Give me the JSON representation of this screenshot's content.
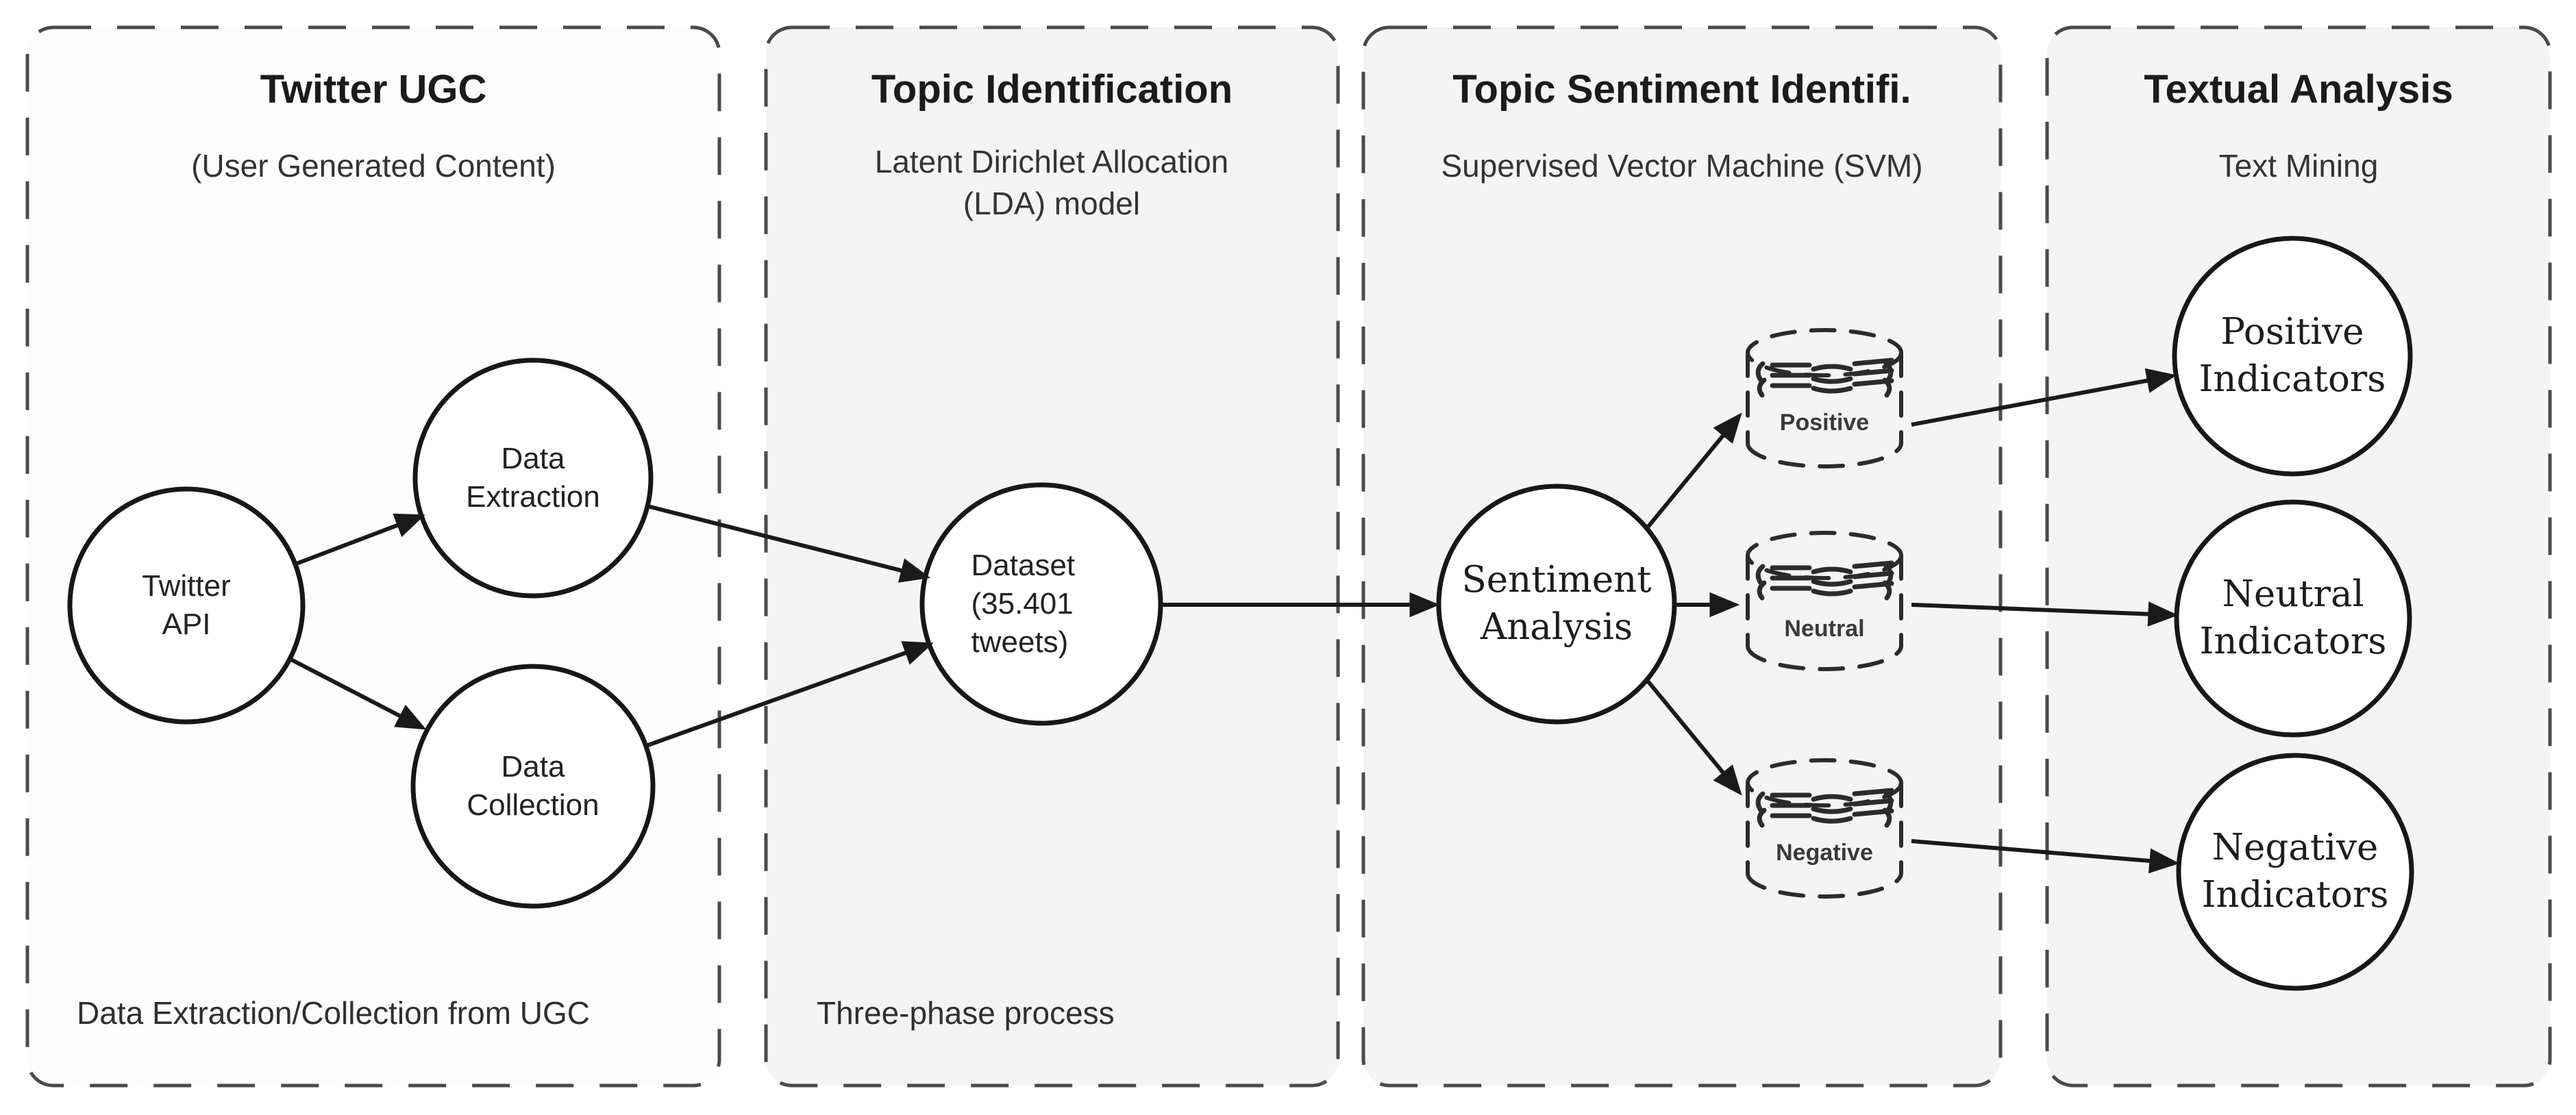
{
  "panels": [
    {
      "title": "Twitter UGC",
      "subtitle": "(User Generated Content)",
      "footer": "Data Extraction/Collection from UGC"
    },
    {
      "title": "Topic Identification",
      "subtitle": "Latent Dirichlet Allocation (LDA) model",
      "footer": "Three-phase process"
    },
    {
      "title": "Topic Sentiment Identifi.",
      "subtitle": "Supervised Vector Machine (SVM)"
    },
    {
      "title": "Textual Analysis",
      "subtitle": "Text Mining"
    }
  ],
  "nodes": {
    "twitter_api": "Twitter API",
    "data_extraction": "Data Extraction",
    "data_collection": "Data Collection",
    "dataset": "Dataset (35.401 tweets)",
    "sentiment_analysis": "Sentiment Analysis",
    "positive_indicators": "Positive Indicators",
    "neutral_indicators": "Neutral Indicators",
    "negative_indicators": "Negative Indicators"
  },
  "stores": {
    "positive": "Positive",
    "neutral": "Neutral",
    "negative": "Negative"
  },
  "colors": {
    "ink": "#1a1a1a",
    "panel_border": "#4a4a4a",
    "panel_bg_first": "#fdfdfd",
    "panel_bg": "#f4f4f5"
  }
}
